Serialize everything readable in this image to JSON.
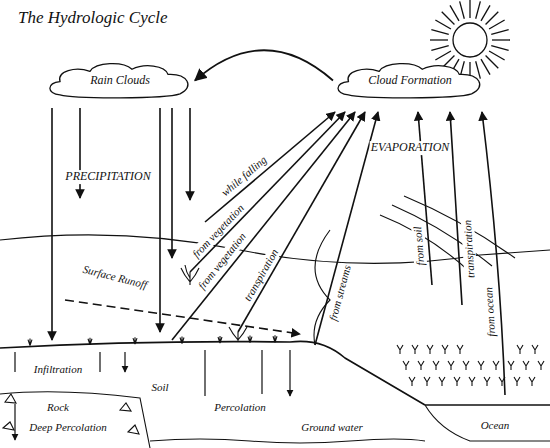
{
  "diagram": {
    "title": "The Hydrologic Cycle",
    "nodes": [
      {
        "text": [
          "Rain Clouds"
        ]
      },
      {
        "text": [
          "Cloud Formation"
        ]
      }
    ],
    "edges": [
      {
        "from": 1,
        "to": 0,
        "arrow": "to"
      }
    ],
    "labels": [
      "PRECIPITATION",
      "while falling",
      "from vegetation",
      "from vegetation",
      "transpiration",
      "from streams",
      "EVAPORATION",
      "from soil",
      "transpiration",
      "from ocean",
      "Surface Runoff",
      "Infiltration",
      "Soil",
      "Percolation",
      "Rock",
      "Deep Percolation",
      "Ground water",
      "Ocean"
    ]
  }
}
